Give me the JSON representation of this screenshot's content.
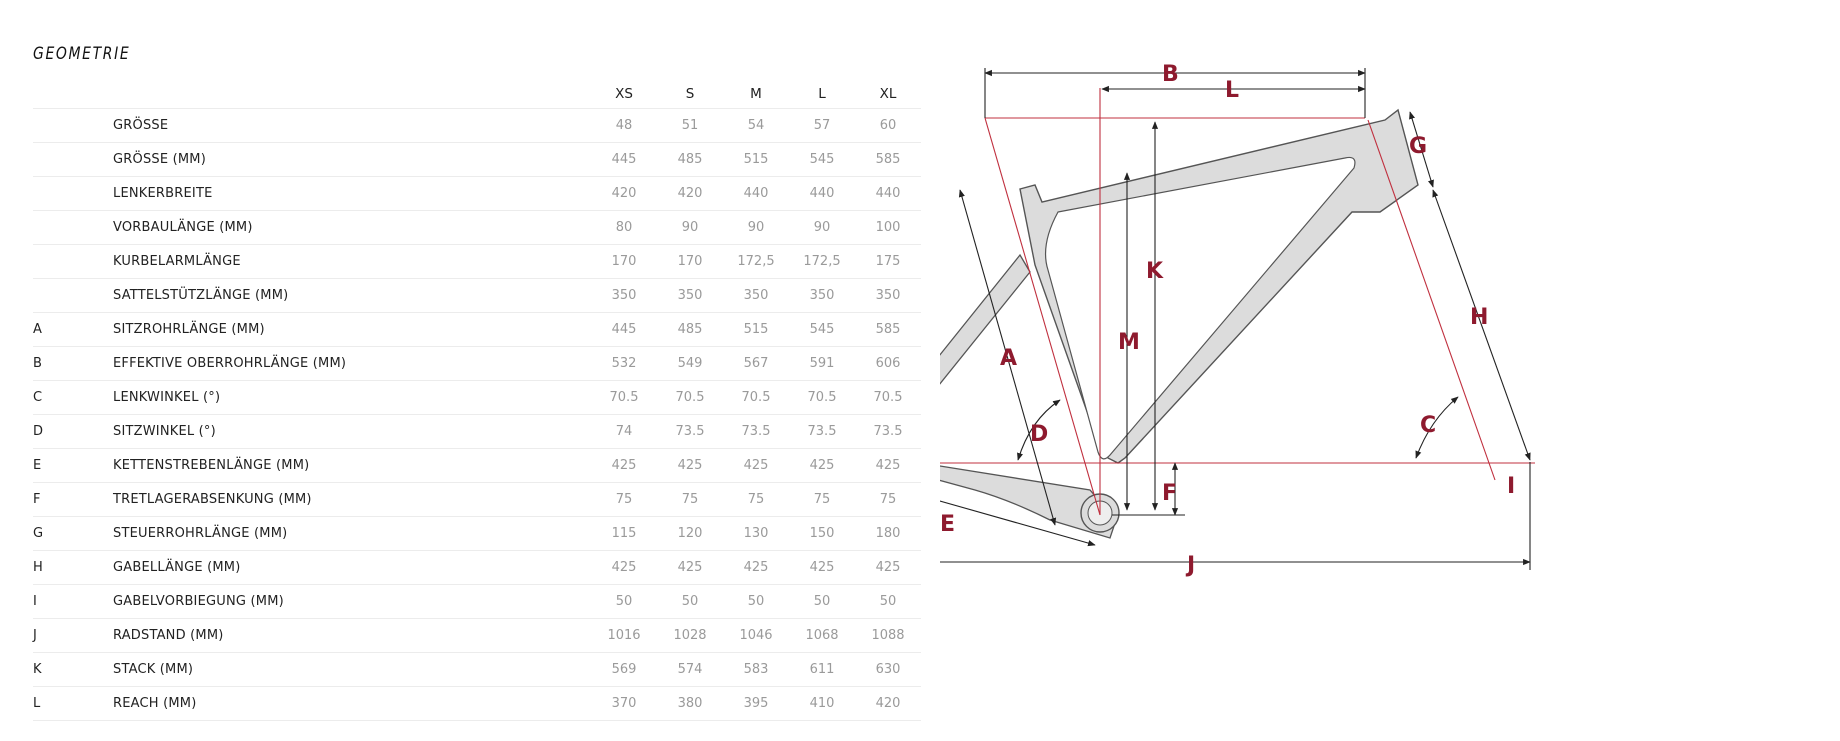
{
  "title": "GEOMETRIE",
  "sizes": [
    "XS",
    "S",
    "M",
    "L",
    "XL"
  ],
  "rows": [
    {
      "letter": "",
      "label": "GRÖSSE",
      "values": [
        "48",
        "51",
        "54",
        "57",
        "60"
      ]
    },
    {
      "letter": "",
      "label": "GRÖSSE (MM)",
      "values": [
        "445",
        "485",
        "515",
        "545",
        "585"
      ]
    },
    {
      "letter": "",
      "label": "LENKERBREITE",
      "values": [
        "420",
        "420",
        "440",
        "440",
        "440"
      ]
    },
    {
      "letter": "",
      "label": "VORBAULÄNGE (MM)",
      "values": [
        "80",
        "90",
        "90",
        "90",
        "100"
      ]
    },
    {
      "letter": "",
      "label": "KURBELARMLÄNGE",
      "values": [
        "170",
        "170",
        "172,5",
        "172,5",
        "175"
      ]
    },
    {
      "letter": "",
      "label": "SATTELSTÜTZLÄNGE (MM)",
      "values": [
        "350",
        "350",
        "350",
        "350",
        "350"
      ]
    },
    {
      "letter": "A",
      "label": "SITZROHRLÄNGE (MM)",
      "values": [
        "445",
        "485",
        "515",
        "545",
        "585"
      ]
    },
    {
      "letter": "B",
      "label": "EFFEKTIVE OBERROHRLÄNGE (MM)",
      "values": [
        "532",
        "549",
        "567",
        "591",
        "606"
      ]
    },
    {
      "letter": "C",
      "label": "LENKWINKEL (°)",
      "values": [
        "70.5",
        "70.5",
        "70.5",
        "70.5",
        "70.5"
      ]
    },
    {
      "letter": "D",
      "label": "SITZWINKEL (°)",
      "values": [
        "74",
        "73.5",
        "73.5",
        "73.5",
        "73.5"
      ]
    },
    {
      "letter": "E",
      "label": "KETTENSTREBENLÄNGE (MM)",
      "values": [
        "425",
        "425",
        "425",
        "425",
        "425"
      ]
    },
    {
      "letter": "F",
      "label": "TRETLAGERABSENKUNG (MM)",
      "values": [
        "75",
        "75",
        "75",
        "75",
        "75"
      ]
    },
    {
      "letter": "G",
      "label": "STEUERROHRLÄNGE (MM)",
      "values": [
        "115",
        "120",
        "130",
        "150",
        "180"
      ]
    },
    {
      "letter": "H",
      "label": "GABELLÄNGE (MM)",
      "values": [
        "425",
        "425",
        "425",
        "425",
        "425"
      ]
    },
    {
      "letter": "I",
      "label": "GABELVORBIEGUNG (MM)",
      "values": [
        "50",
        "50",
        "50",
        "50",
        "50"
      ]
    },
    {
      "letter": "J",
      "label": "RADSTAND (MM)",
      "values": [
        "1016",
        "1028",
        "1046",
        "1068",
        "1088"
      ]
    },
    {
      "letter": "K",
      "label": "STACK (MM)",
      "values": [
        "569",
        "574",
        "583",
        "611",
        "630"
      ]
    },
    {
      "letter": "L",
      "label": "REACH (MM)",
      "values": [
        "370",
        "380",
        "395",
        "410",
        "420"
      ]
    }
  ],
  "diagram": {
    "labels": [
      "A",
      "B",
      "C",
      "D",
      "E",
      "F",
      "G",
      "H",
      "I",
      "J",
      "K",
      "L",
      "M"
    ],
    "accent_color": "#8e1a2e",
    "frame_fill": "#dcdcdc"
  }
}
